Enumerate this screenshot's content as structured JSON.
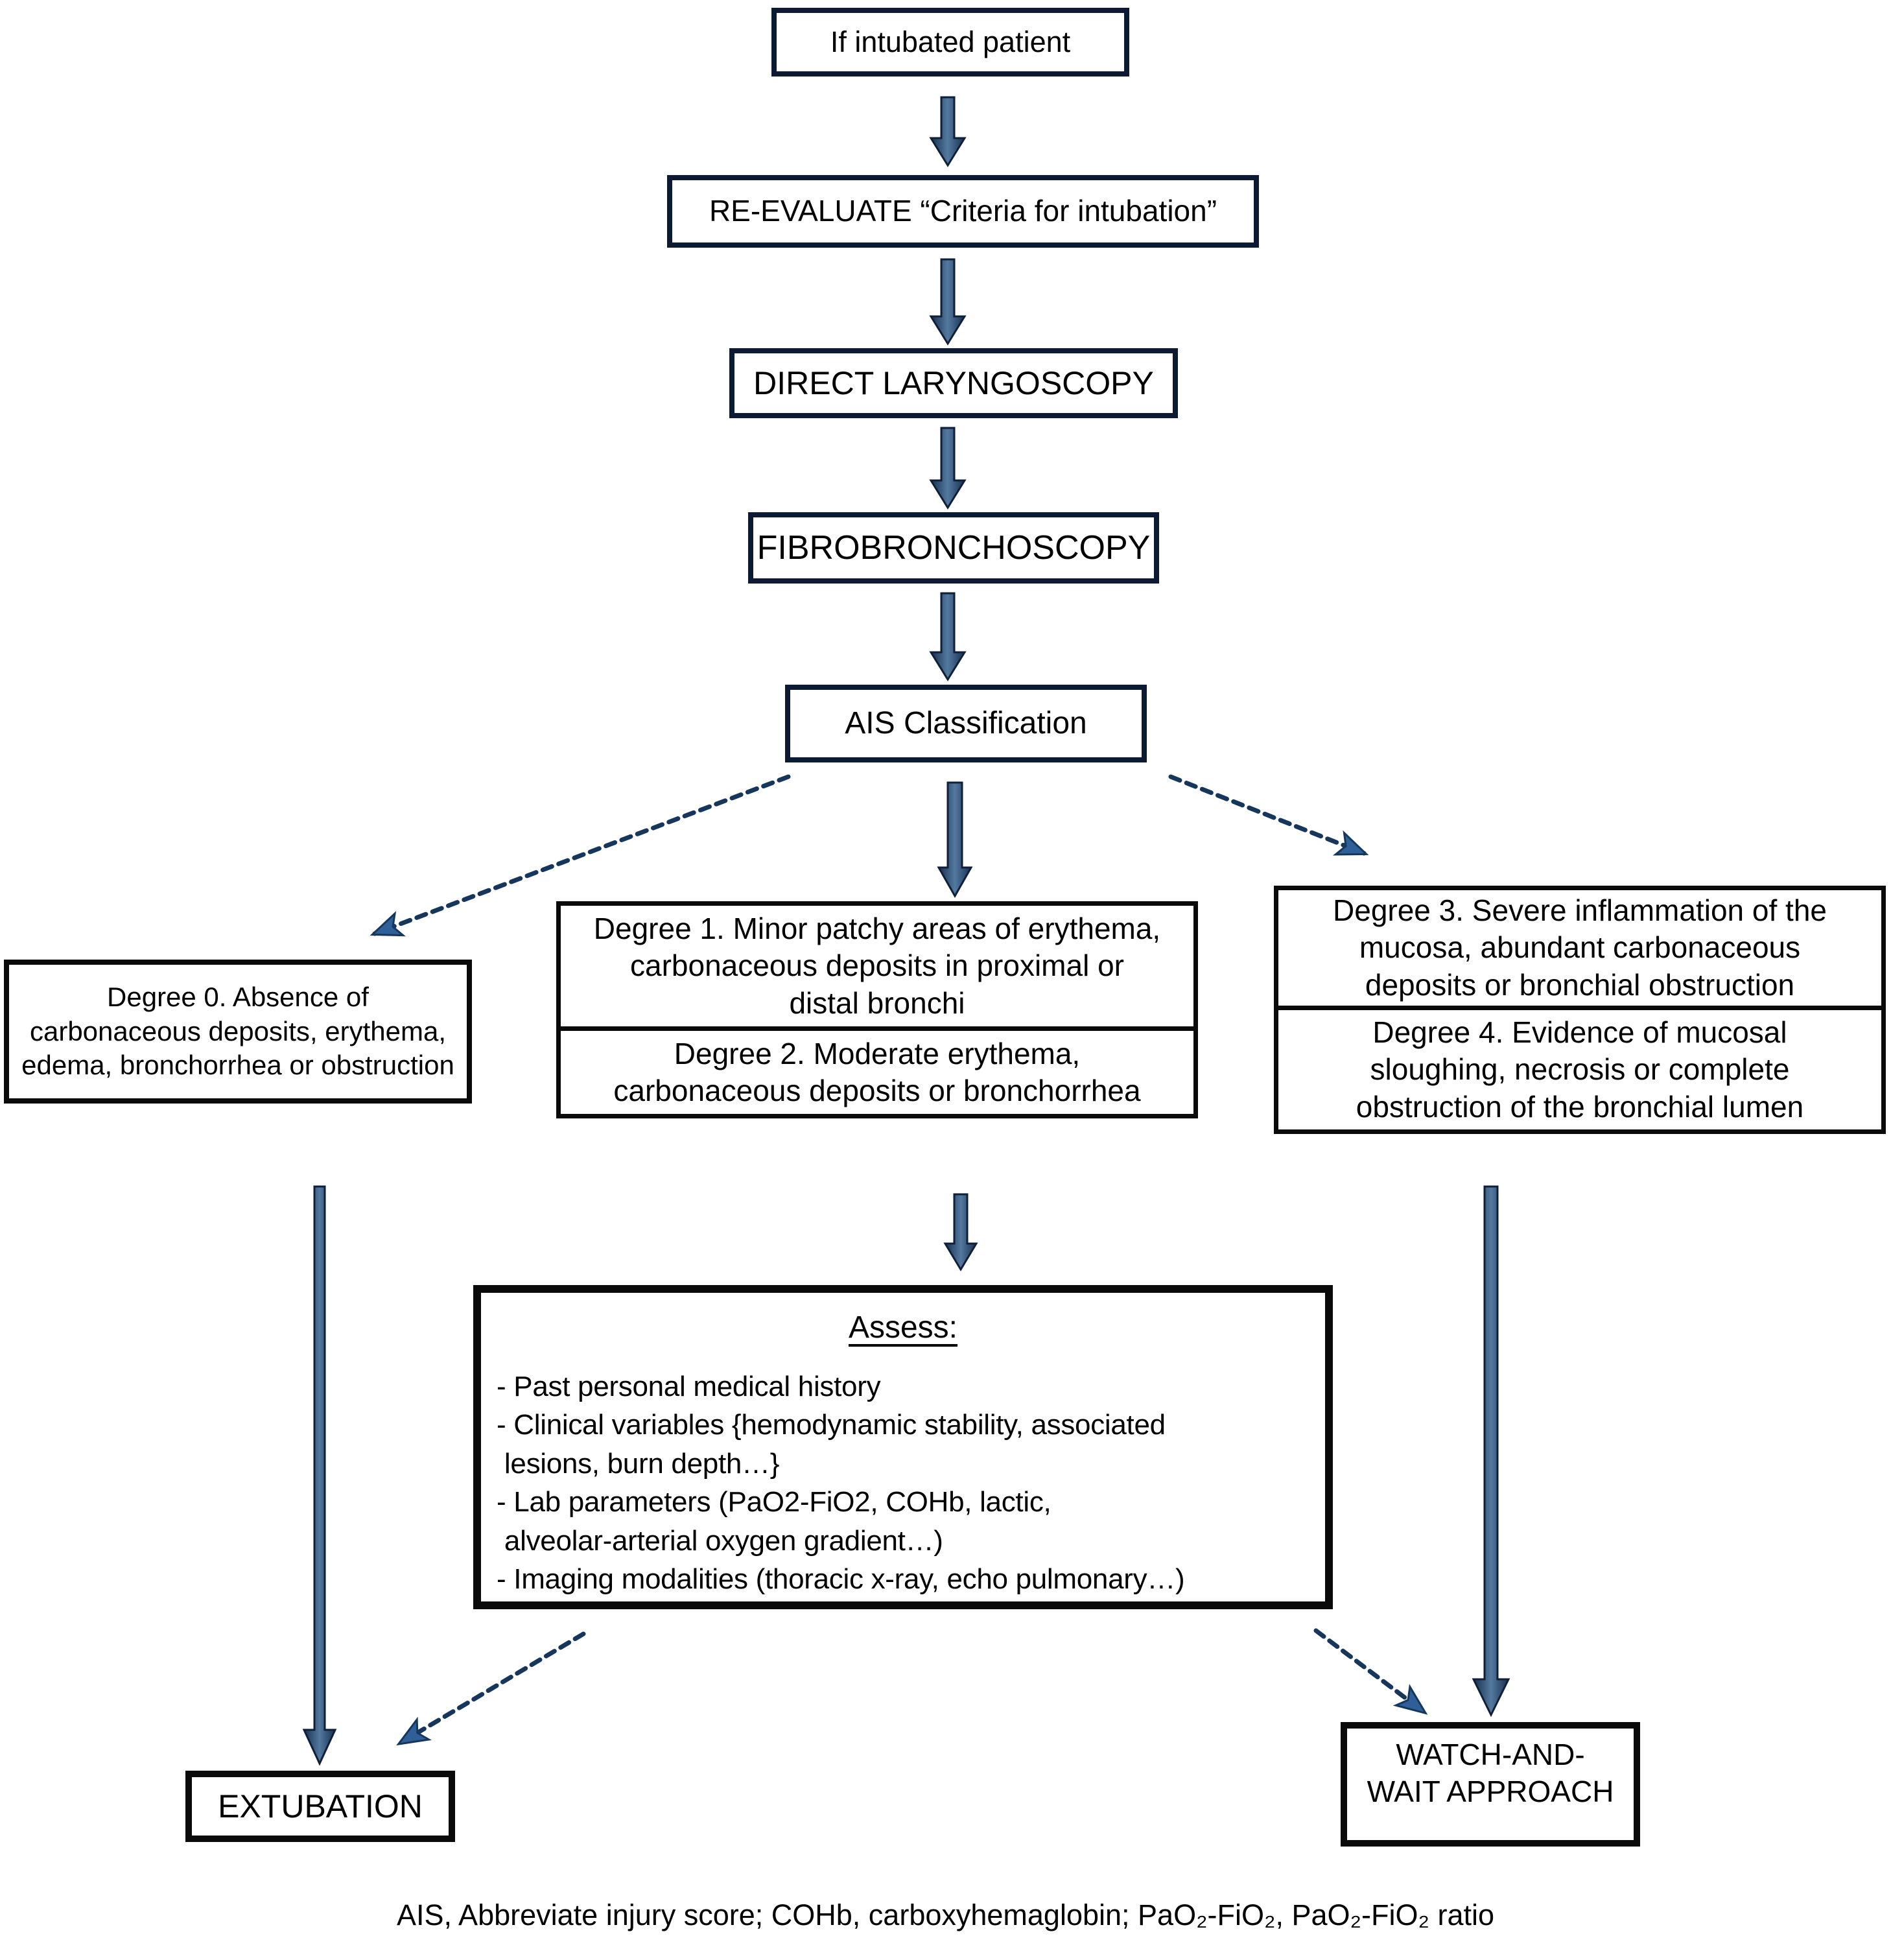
{
  "figure": {
    "nodes": {
      "intubated": "If intubated patient",
      "reevaluate": "RE-EVALUATE “Criteria for intubation”",
      "laryngoscopy": "DIRECT LARYNGOSCOPY",
      "fibro": "FIBROBRONCHOSCOPY",
      "ais": "AIS Classification",
      "degree0_lines": [
        "Degree 0. Absence of",
        "carbonaceous deposits, erythema,",
        "edema, bronchorrhea or obstruction"
      ],
      "degree1_lines": [
        "Degree 1. Minor patchy areas of erythema,",
        "carbonaceous deposits in proximal or",
        "distal bronchi"
      ],
      "degree2_lines": [
        "Degree 2. Moderate erythema,",
        "carbonaceous deposits or bronchorrhea"
      ],
      "degree3_lines": [
        "Degree 3. Severe inflammation of the",
        "mucosa, abundant carbonaceous",
        "deposits or bronchial obstruction"
      ],
      "degree4_lines": [
        "Degree 4. Evidence of mucosal",
        "sloughing, necrosis or complete",
        "obstruction of the bronchial lumen"
      ],
      "extubation": "EXTUBATION",
      "watch_lines": [
        "WATCH-AND-",
        "WAIT APPROACH"
      ]
    },
    "assess": {
      "title": "Assess:",
      "lines": [
        "- Past personal medical history",
        "- Clinical variables {hemodynamic stability, associated",
        " lesions, burn depth…}",
        "- Lab parameters (PaO2-FiO2, COHb, lactic,",
        " alveolar-arterial oxygen gradient…)",
        "- Imaging modalities (thoracic x-ray, echo pulmonary…)"
      ]
    },
    "caption": "AIS, Abbreviate injury score; COHb, carboxyhemaglobin; PaO₂-FiO₂, PaO₂-FiO₂ ratio",
    "colors": {
      "arrow_dark": "#16304f",
      "arrow_light": "#54799f",
      "arrow_outline": "#101f38",
      "dashed_line": "#16365c",
      "dashed_head_fill": "#2e5f99",
      "box_border": "#0a0a0a",
      "top_box_border": "#0c1a33"
    }
  }
}
